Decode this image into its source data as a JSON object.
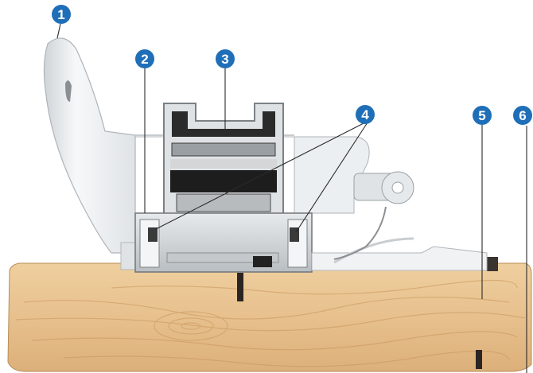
{
  "callouts": [
    {
      "number": "1",
      "color": "#1f6fb8"
    },
    {
      "number": "2",
      "color": "#1f6fb8"
    },
    {
      "number": "3",
      "color": "#1f6fb8"
    },
    {
      "number": "4",
      "color": "#1f6fb8"
    },
    {
      "number": "5",
      "color": "#1f6fb8"
    },
    {
      "number": "6",
      "color": "#1f6fb8"
    }
  ],
  "colors": {
    "background": "#ffffff",
    "wood": "#e8c394",
    "wood_dark": "#c99a63",
    "plastic": "#eef0f1",
    "aluminium": "#cfd3d6",
    "leader_line": "#2a2a2a"
  }
}
